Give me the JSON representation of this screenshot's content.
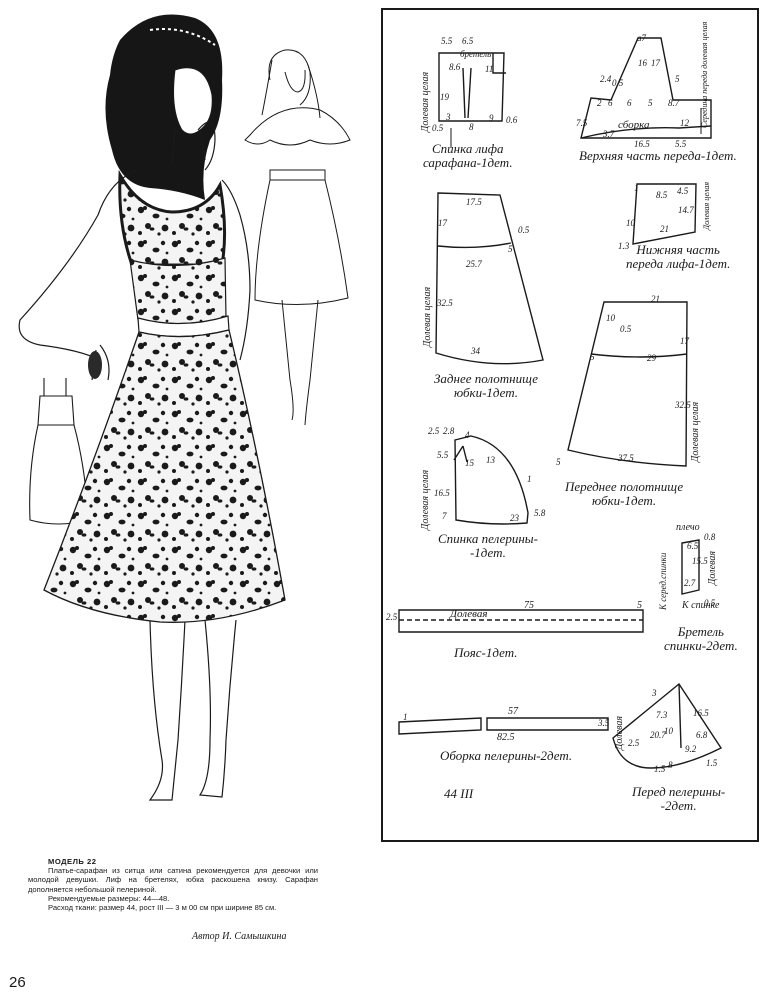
{
  "page_number": "26",
  "caption": {
    "model": "МОДЕЛЬ 22",
    "line1": "Платье-сарафан из ситца или сатина рекомендуется для девочки или молодой девушки. Лиф на бретелях, юбка раскошена книзу. Сарафан дополняется небольшой пелериной.",
    "line2": "Рекомендуемые размеры: 44—48.",
    "line3": "Расход ткани: размер 44, рост III — 3 м 00 см при ширине 85 см.",
    "author": "Автор И. Самышкина"
  },
  "pattern": {
    "size_mark": "44 III",
    "pieces": {
      "back_bodice": "Спинка лифа\nсарафана-1дет.",
      "upper_front": "Верхняя часть переда-1дет.",
      "lower_front": "Нижняя часть\nпереда лифа-1дет.",
      "back_skirt": "Заднее полотнище\nюбки-1дет.",
      "front_skirt": "Переднее полотнище\nюбки-1дет.",
      "back_cape": "Спинка пелерины-\n-1дет.",
      "back_strap": "Бретель\nспинки-2дет.",
      "belt": "Пояс-1дет.",
      "cape_frill": "Оборка пелерины-2дет.",
      "front_cape": "Перед пелерины-\n-2дет."
    },
    "labels": {
      "grain_whole": "Долевая целая",
      "grain": "Долевая",
      "fold_front": "Середина переда долевая целая",
      "strap": "бретель",
      "gather": "сборка",
      "shoulder": "плечо",
      "to_back_center": "К серед.спинки",
      "to_back": "К спинке"
    },
    "numbers": {
      "bb_55": "5.5",
      "bb_65": "6.5",
      "bb_86": "8.6",
      "bb_11": "11",
      "bb_19": "19",
      "bb_3": "3",
      "bb_8": "8",
      "bb_9": "9",
      "bb_05": "0.5",
      "bb_06": "0.6",
      "uf_a7": "а7",
      "uf_16": "16",
      "uf_17": "17",
      "uf_24": "2.4",
      "uf_05": "0.5",
      "uf_5": "5",
      "uf_2": "2",
      "uf_6": "6",
      "uf_87": "8.7",
      "uf_75": "7.5",
      "uf_37": "3.7",
      "uf_12": "12",
      "uf_165": "16.5",
      "uf_55": "5.5",
      "lf_1": "1",
      "lf_85": "8.5",
      "lf_45": "4.5",
      "lf_10": "10",
      "lf_21": "21",
      "lf_147": "14.7",
      "lf_13": "1.3",
      "bs_175": "17.5",
      "bs_17": "17",
      "bs_05": "0.5",
      "bs_5": "5",
      "bs_257": "25.7",
      "bs_325": "32.5",
      "bs_34": "34",
      "fs_21": "21",
      "fs_10": "10",
      "fs_05": "0.5",
      "fs_17": "17",
      "fs_5": "5",
      "fs_29": "29",
      "fs_325": "32.5",
      "fs_375": "37.5",
      "fs_5b": "5",
      "bc_25": "2.5",
      "bc_28": "2.8",
      "bc_4": "4",
      "bc_55": "5.5",
      "bc_15": "15",
      "bc_13": "13",
      "bc_165": "16.5",
      "bc_7": "7",
      "bc_23": "23",
      "bc_58": "5.8",
      "bc_1": "1",
      "st_65": "6.5",
      "st_155": "15.5",
      "st_27": "2.7",
      "st_08": "0.8",
      "st_05": "0.5",
      "belt_25": "2.5",
      "belt_75": "75",
      "belt_5": "5",
      "fr_1": "1",
      "fr_57": "57",
      "fr_825": "82.5",
      "fr_35": "3.5",
      "fc_3": "3",
      "fc_25": "2.5",
      "fc_73": "7.3",
      "fc_10": "10",
      "fc_165": "16.5",
      "fc_207": "20.7",
      "fc_68": "6.8",
      "fc_92": "9.2",
      "fc_8": "8",
      "fc_15": "1.5",
      "fc_15b": "1.5"
    }
  }
}
